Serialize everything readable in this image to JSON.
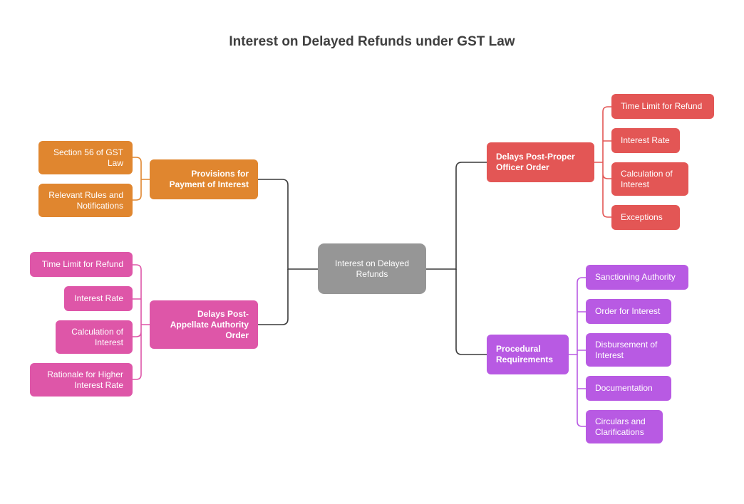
{
  "title": "Interest on Delayed Refunds under GST Law",
  "colors": {
    "center": "#969696",
    "provisions": "#e0862f",
    "appellate": "#de56a8",
    "proper_officer": "#e35655",
    "procedural": "#b85ae3",
    "connector": "#3a3a3a"
  },
  "center": {
    "label": "Interest on Delayed Refunds"
  },
  "branches": {
    "provisions": {
      "label": "Provisions for Payment of Interest",
      "children": [
        "Section 56 of GST Law",
        "Relevant Rules and Notifications"
      ]
    },
    "appellate": {
      "label": "Delays Post-Appellate Authority Order",
      "children": [
        "Time Limit for Refund",
        "Interest Rate",
        "Calculation of Interest",
        "Rationale for Higher Interest Rate"
      ]
    },
    "proper_officer": {
      "label": "Delays Post-Proper Officer Order",
      "children": [
        "Time Limit for Refund",
        "Interest Rate",
        "Calculation of Interest",
        "Exceptions"
      ]
    },
    "procedural": {
      "label": "Procedural Requirements",
      "children": [
        "Sanctioning Authority",
        "Order for Interest",
        "Disbursement of Interest",
        "Documentation",
        "Circulars and Clarifications"
      ]
    }
  }
}
